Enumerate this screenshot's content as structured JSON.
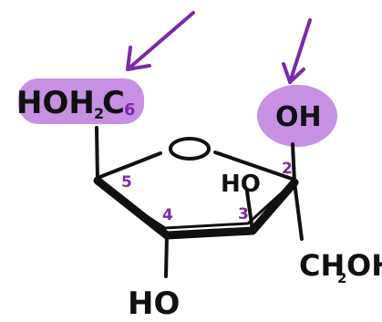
{
  "colors": {
    "ink": "#111111",
    "accent": "#7a2aa8",
    "highlight": "#c28ae0"
  },
  "labels": {
    "hoh2c": "HOH",
    "hoh2c_sub": "2",
    "hoh2c_tail": "C",
    "c6": "6",
    "oh_top": "OH",
    "ho_upper": "HO",
    "ho_bottom": "HO",
    "ch2oh_main": "CH",
    "ch2oh_sub": "2",
    "ch2oh_tail": "OH",
    "c5": "5",
    "c4": "4",
    "c3": "3",
    "c2": "2"
  }
}
